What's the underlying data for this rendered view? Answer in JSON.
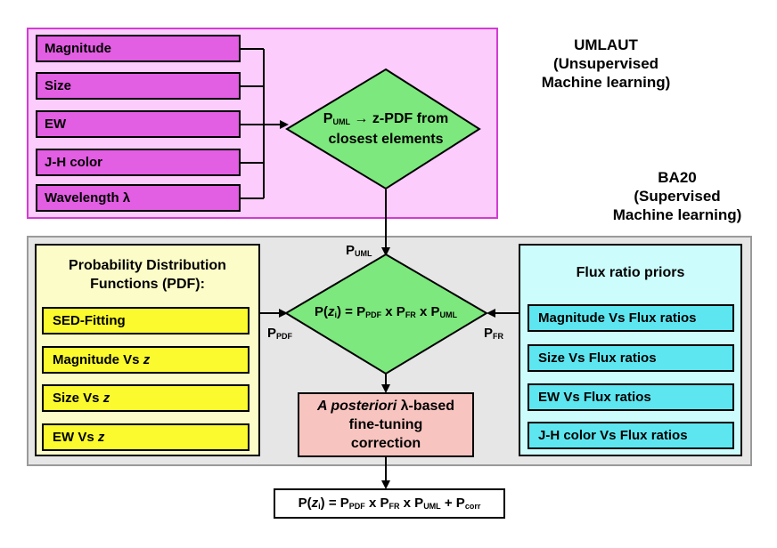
{
  "umlaut": {
    "title": "UMLAUT",
    "subtitle_line1": "(Unsupervised",
    "subtitle_line2": "Machine learning)",
    "inputs": [
      "Magnitude",
      "Size",
      "EW",
      "J-H color",
      "Wavelength λ"
    ],
    "decision": {
      "p": "P",
      "p_sub": "UML",
      "line1_rest": " → z-PDF from",
      "line2": "closest elements"
    }
  },
  "ba20": {
    "title": "BA20",
    "subtitle_line1": "(Supervised",
    "subtitle_line2": "Machine learning)"
  },
  "pdf_panel": {
    "title_line1": "Probability Distribution",
    "title_line2": "Functions (PDF):",
    "items": [
      {
        "text": "SED-Fitting",
        "italic": ""
      },
      {
        "text": "Magnitude Vs ",
        "italic": "z"
      },
      {
        "text": "Size Vs ",
        "italic": "z"
      },
      {
        "text": "EW Vs ",
        "italic": "z"
      }
    ]
  },
  "flux_panel": {
    "title": "Flux ratio priors",
    "items": [
      "Magnitude Vs Flux ratios",
      "Size Vs Flux ratios",
      "EW Vs Flux ratios",
      "J-H color Vs Flux ratios"
    ]
  },
  "labels": {
    "p_uml": {
      "p": "P",
      "sub": "UML"
    },
    "p_pdf": {
      "p": "P",
      "sub": "PDF"
    },
    "p_fr": {
      "p": "P",
      "sub": "FR"
    }
  },
  "central_decision": {
    "lhs": "P(",
    "zi": "z",
    "zi_sub": "i",
    "close": ") = ",
    "t1": "P",
    "t1_sub": "PDF",
    "x1": " x ",
    "t2": "P",
    "t2_sub": "FR",
    "x2": " x ",
    "t3": "P",
    "t3_sub": "UML"
  },
  "correction": {
    "italic": "A posteriori",
    "line1_rest": " λ-based",
    "line2": "fine-tuning",
    "line3": "correction"
  },
  "final_output": {
    "lhs": "P(",
    "zi": "z",
    "zi_sub": "i",
    "close": ") = ",
    "t1": "P",
    "t1_sub": "PDF",
    "x1": " x ",
    "t2": "P",
    "t2_sub": "FR",
    "x2": " x ",
    "t3": "P",
    "t3_sub": "UML",
    "plus": " + ",
    "t4": "P",
    "t4_sub": "corr"
  },
  "colors": {
    "umlaut_bg": "#fcccfc",
    "umlaut_border": "#d23cd2",
    "input_fill": "#e25ee2",
    "ba20_bg": "#e6e6e6",
    "pdf_bg": "#fcfcc8",
    "pdf_item": "#fafa2e",
    "flux_bg": "#cdfcfc",
    "flux_item": "#5ee6f0",
    "diamond": "#7de87d",
    "correction": "#f8c4c0"
  }
}
